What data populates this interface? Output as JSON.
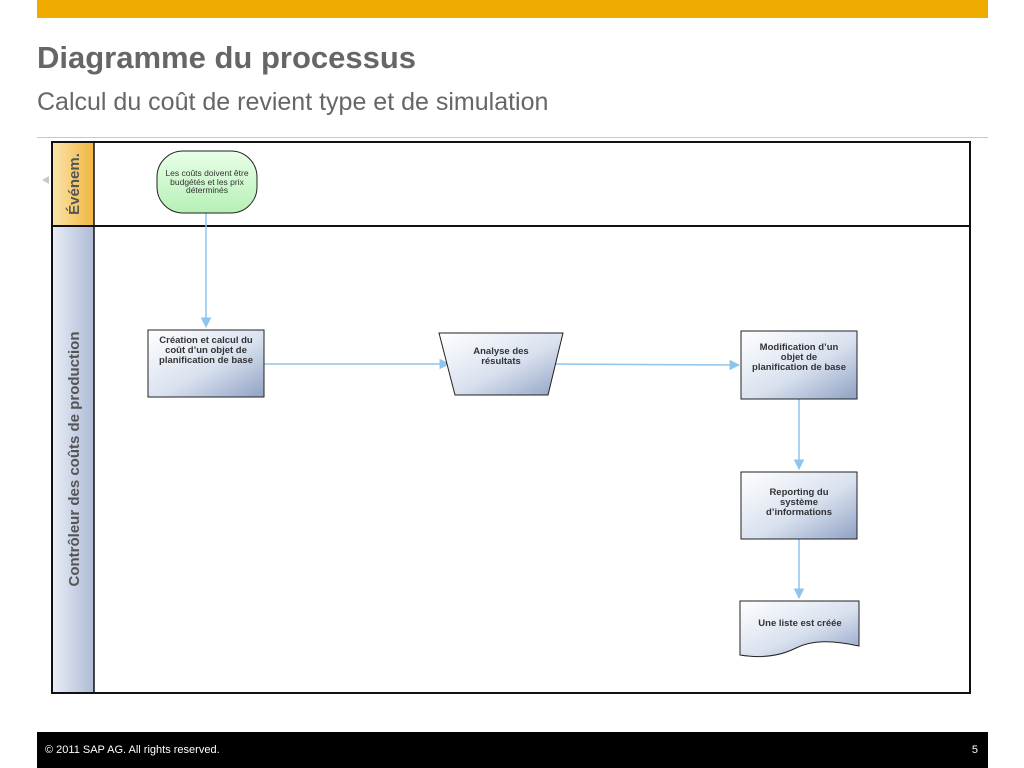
{
  "header": {
    "title": "Diagramme du processus",
    "subtitle": "Calcul du coût de revient type et de simulation"
  },
  "swimlanes": {
    "event_lane_label": "Événem.",
    "production_lane_label": "Contrôleur des coûts de production"
  },
  "nodes": {
    "start_event": "Les coûts doivent être budgétés et les prix déterminés",
    "create_cost_object": "Création et calcul du coût d’un objet de planification de base",
    "analyze_results": "Analyse des résultats",
    "modify_object": "Modification d’un objet de planification de base",
    "reporting": "Reporting du système d’informations",
    "list_created": "Une liste est créée"
  },
  "colors": {
    "brand_bar": "#f0ab00",
    "event_lane": "#f5c86a",
    "process_lane": "#c9d3e6",
    "start_event_fill": "#ccf7cc",
    "arrow": "#8fc4ec"
  },
  "footer": {
    "copyright": "© 2011 SAP AG. All rights reserved.",
    "page_number": "5"
  }
}
